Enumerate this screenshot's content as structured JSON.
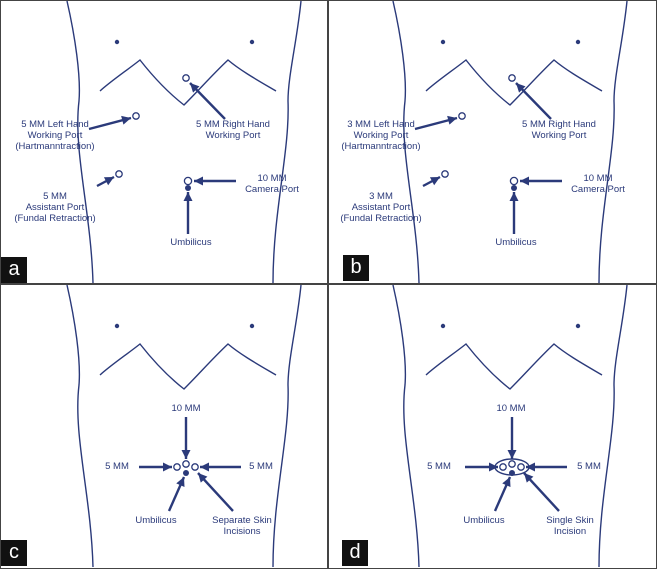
{
  "colors": {
    "ink": "#2b3a7a",
    "badge_bg": "#111111",
    "badge_fg": "#ffffff"
  },
  "panels": [
    {
      "badge": "a",
      "labels": {
        "left_hand": "5 MM Left Hand\nWorking Port\n(Hartmanntraction)",
        "right_hand": "5 MM Right Hand\nWorking Port",
        "assistant": "5 MM\nAssistant Port\n(Fundal Retraction)",
        "camera": "10 MM\nCamera Port",
        "umbilicus": "Umbilicus"
      }
    },
    {
      "badge": "b",
      "labels": {
        "left_hand": "3 MM Left Hand\nWorking Port\n(Hartmanntraction)",
        "right_hand": "5 MM Right Hand\nWorking Port",
        "assistant": "3 MM\nAssistant Port\n(Fundal Retraction)",
        "camera": "10 MM\nCamera Port",
        "umbilicus": "Umbilicus"
      }
    },
    {
      "badge": "c",
      "labels": {
        "top": "10 MM",
        "left": "5 MM",
        "right": "5 MM",
        "umbilicus": "Umbilicus",
        "incision": "Separate Skin\nIncisions"
      }
    },
    {
      "badge": "d",
      "labels": {
        "top": "10 MM",
        "left": "5 MM",
        "right": "5 MM",
        "umbilicus": "Umbilicus",
        "incision": "Single Skin\nIncision"
      }
    }
  ]
}
